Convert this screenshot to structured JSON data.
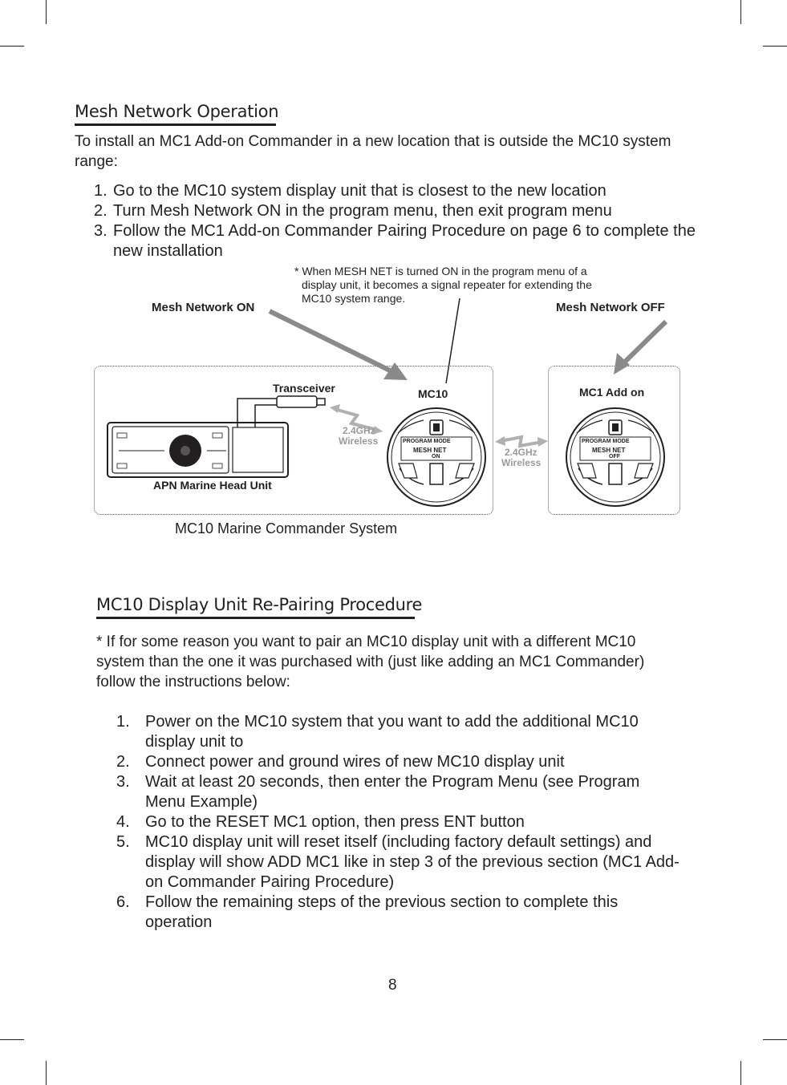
{
  "section1": {
    "heading": "Mesh Network Operation",
    "intro": "To install an MC1 Add-on Commander in a new location that is  outside the MC10 system range:",
    "steps": [
      {
        "num": "1.",
        "text": "Go to the MC10 system display unit that is closest to the new location"
      },
      {
        "num": "2.",
        "text": "Turn Mesh Network ON in the program menu, then exit program menu"
      },
      {
        "num": "3.",
        "text": "Follow the MC1 Add-on Commander Pairing Procedure on page 6 to complete the new installation"
      }
    ]
  },
  "diagram": {
    "note": "* When MESH NET is turned ON in the program menu of a display unit, it becomes a signal repeater for extending the MC10 system range.",
    "mesh_on_label": "Mesh Network ON",
    "mesh_off_label": "Mesh Network OFF",
    "transceiver_label": "Transceiver",
    "head_unit_label": "APN Marine Head Unit",
    "wireless_freq": "2.4GHz",
    "wireless_word": "Wireless",
    "mc10_label": "MC10",
    "mc1_label": "MC1 Add on",
    "program_mode": "PROGRAM MODE",
    "mesh_net": "MESH NET",
    "on_state": "ON",
    "off_state": "OFF",
    "system_caption": "MC10 Marine Commander System"
  },
  "section2": {
    "heading": "MC10 Display Unit Re-Pairing Procedure",
    "intro": "* If for some reason you want to pair an MC10 display unit with a different MC10 system than the one it was purchased with (just like adding an MC1 Commander) follow the instructions below:",
    "steps": [
      {
        "num": "1.",
        "text": "Power on the MC10 system that you want to add the additional MC10 display unit to"
      },
      {
        "num": "2.",
        "text": "Connect power and ground wires of new MC10 display unit"
      },
      {
        "num": "3.",
        "text": "Wait at least 20 seconds, then enter the Program Menu (see Program Menu Example)"
      },
      {
        "num": "4.",
        "text": "Go to the RESET MC1 option, then press ENT button"
      },
      {
        "num": "5.",
        "text": "MC10 display unit will reset itself (including factory default settings) and display will show ADD MC1 like in step 3 of the previous section (MC1 Add-on Commander Pairing Procedure)"
      },
      {
        "num": "6.",
        "text": "Follow the remaining steps of the previous section to complete this operation"
      }
    ]
  },
  "page_number": "8"
}
